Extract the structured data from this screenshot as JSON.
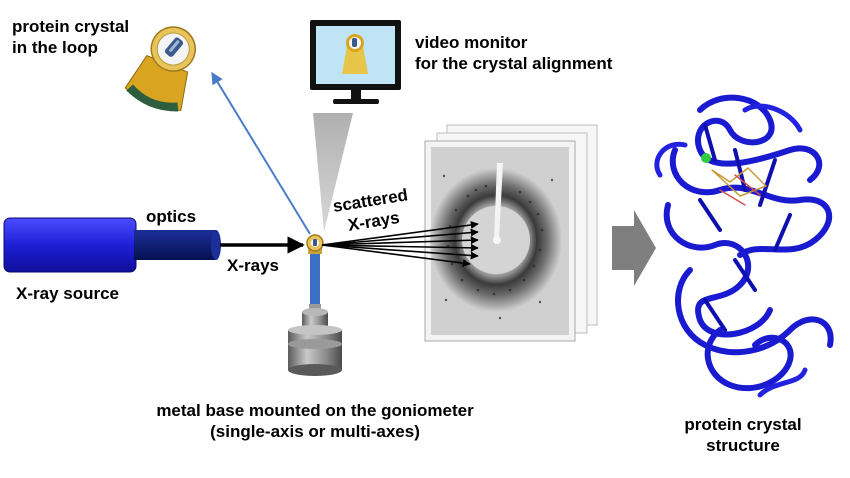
{
  "labels": {
    "crystal_loop": [
      "protein crystal",
      "in the loop"
    ],
    "monitor": [
      "video monitor",
      "for the crystal alignment"
    ],
    "optics": "optics",
    "xray_source": "X-ray source",
    "xrays": "X-rays",
    "scattered": [
      "scattered",
      "X-rays"
    ],
    "base": [
      "metal base mounted on the goniometer",
      "(single-axis or multi-axes)"
    ],
    "structure": [
      "protein crystal",
      "structure"
    ]
  },
  "colors": {
    "source_body": "#1f1fd6",
    "optics_tube": "#0a1a6e",
    "loop_arrow": "#4a7bc8",
    "ribbon": "#1a1ad0",
    "big_arrow": "#7f7f7f",
    "cone": "#9a9a9a",
    "pin": "#3a6fc4",
    "metal": "#8a8a8a",
    "detector_bg": "#cfcfcf"
  }
}
